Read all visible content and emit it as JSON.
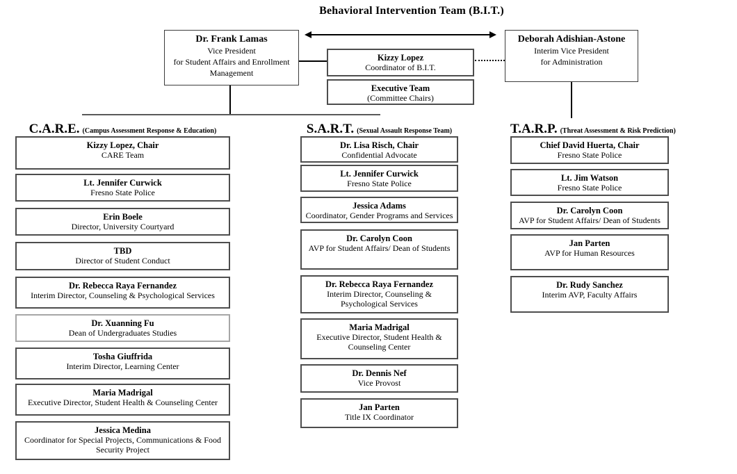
{
  "title": "Behavioral Intervention Team (B.I.T.)",
  "executives": {
    "vp_student_affairs": {
      "name": "Dr. Frank Lamas",
      "role": "Vice President\nfor Student Affairs and Enrollment\nManagement"
    },
    "bit_coordinator": {
      "name": "Kizzy Lopez",
      "role": "Coordinator of B.I.T."
    },
    "executive_team": {
      "name": "Executive Team",
      "role": "(Committee Chairs)"
    },
    "vp_administration": {
      "name": "Deborah Adishian-Astone",
      "role": "Interim Vice President\nfor Administration"
    }
  },
  "columns": [
    {
      "abbr": "C.A.R.E.",
      "full": "(Campus Assessment Response & Education)",
      "members": [
        {
          "name": "Kizzy Lopez, Chair",
          "role": "CARE Team"
        },
        {
          "name": "Lt. Jennifer Curwick",
          "role": "Fresno State Police"
        },
        {
          "name": "Erin Boele",
          "role": "Director, University Courtyard"
        },
        {
          "name": "TBD",
          "role": "Director of Student Conduct"
        },
        {
          "name": "Dr. Rebecca Raya Fernandez",
          "role": "Interim Director, Counseling & Psychological Services"
        },
        {
          "name": "Dr. Xuanning Fu",
          "role": "Dean of Undergraduates Studies"
        },
        {
          "name": "Tosha Giuffrida",
          "role": "Interim Director, Learning Center"
        },
        {
          "name": "Maria Madrigal",
          "role": "Executive Director, Student Health & Counseling Center"
        },
        {
          "name": "Jessica Medina",
          "role": "Coordinator for Special Projects, Communications & Food\nSecurity Project"
        }
      ]
    },
    {
      "abbr": "S.A.R.T.",
      "full": "(Sexual Assault Response Team)",
      "members": [
        {
          "name": "Dr. Lisa Risch, Chair",
          "role": "Confidential Advocate"
        },
        {
          "name": "Lt. Jennifer Curwick",
          "role": "Fresno State Police"
        },
        {
          "name": "Jessica Adams",
          "role": "Coordinator, Gender Programs and Services"
        },
        {
          "name": "Dr. Carolyn Coon",
          "role": "AVP for Student Affairs/ Dean of Students"
        },
        {
          "name": "Dr. Rebecca Raya Fernandez",
          "role": "Interim Director, Counseling &\nPsychological Services"
        },
        {
          "name": "Maria Madrigal",
          "role": "Executive Director, Student Health &\nCounseling Center"
        },
        {
          "name": "Dr. Dennis Nef",
          "role": "Vice Provost"
        },
        {
          "name": "Jan Parten",
          "role": "Title IX Coordinator"
        }
      ]
    },
    {
      "abbr": "T.A.R.P.",
      "full": "(Threat Assessment & Risk Prediction)",
      "members": [
        {
          "name": "Chief David Huerta, Chair",
          "role": "Fresno State Police"
        },
        {
          "name": "Lt. Jim Watson",
          "role": "Fresno State Police"
        },
        {
          "name": "Dr. Carolyn Coon",
          "role": "AVP for Student Affairs/ Dean of Students"
        },
        {
          "name": "Jan Parten",
          "role": "AVP for Human Resources"
        },
        {
          "name": "Dr. Rudy Sanchez",
          "role": "Interim AVP, Faculty Affairs"
        }
      ]
    }
  ],
  "colors": {
    "box_border": "#4d4d4d",
    "box_border_light": "#a6a6a6",
    "connector_black": "#000000",
    "connector_gray": "#595959"
  }
}
